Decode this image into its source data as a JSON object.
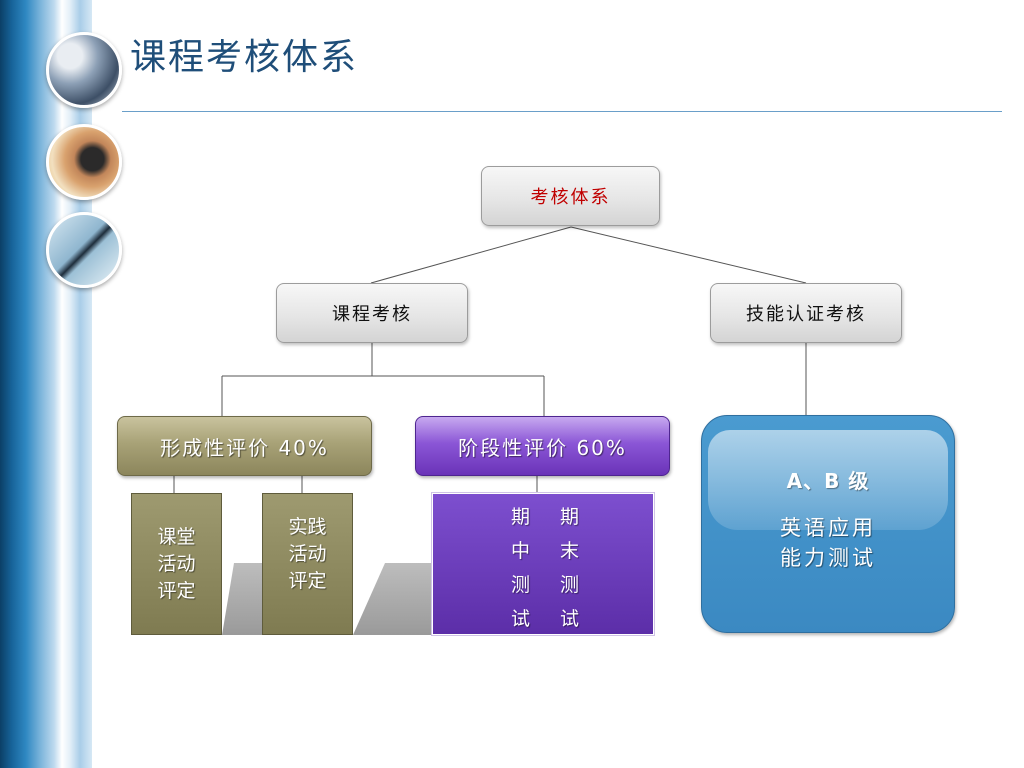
{
  "slide": {
    "title": "课程考核体系"
  },
  "tree": {
    "root": "考核体系",
    "level1": [
      "课程考核",
      "技能认证考核"
    ],
    "formative": {
      "label": "形成性评价 40%",
      "items": [
        {
          "lines": [
            "课堂",
            "活动",
            "评定"
          ]
        },
        {
          "lines": [
            "实践",
            "活动",
            "评定"
          ]
        }
      ]
    },
    "stage": {
      "label": "阶段性评价 60%",
      "columns": [
        {
          "chars": [
            "期",
            "中",
            "测",
            "试"
          ]
        },
        {
          "chars": [
            "期",
            "末",
            "测",
            "试"
          ]
        }
      ]
    },
    "certification": {
      "heading": "A、B 级",
      "lines": [
        "英语应用",
        "能力测试"
      ]
    }
  },
  "colors": {
    "title": "#1f4e79",
    "root_text": "#c00000",
    "olive": "#8c865c",
    "purple": "#6a33b8",
    "blue": "#3b89c2"
  }
}
